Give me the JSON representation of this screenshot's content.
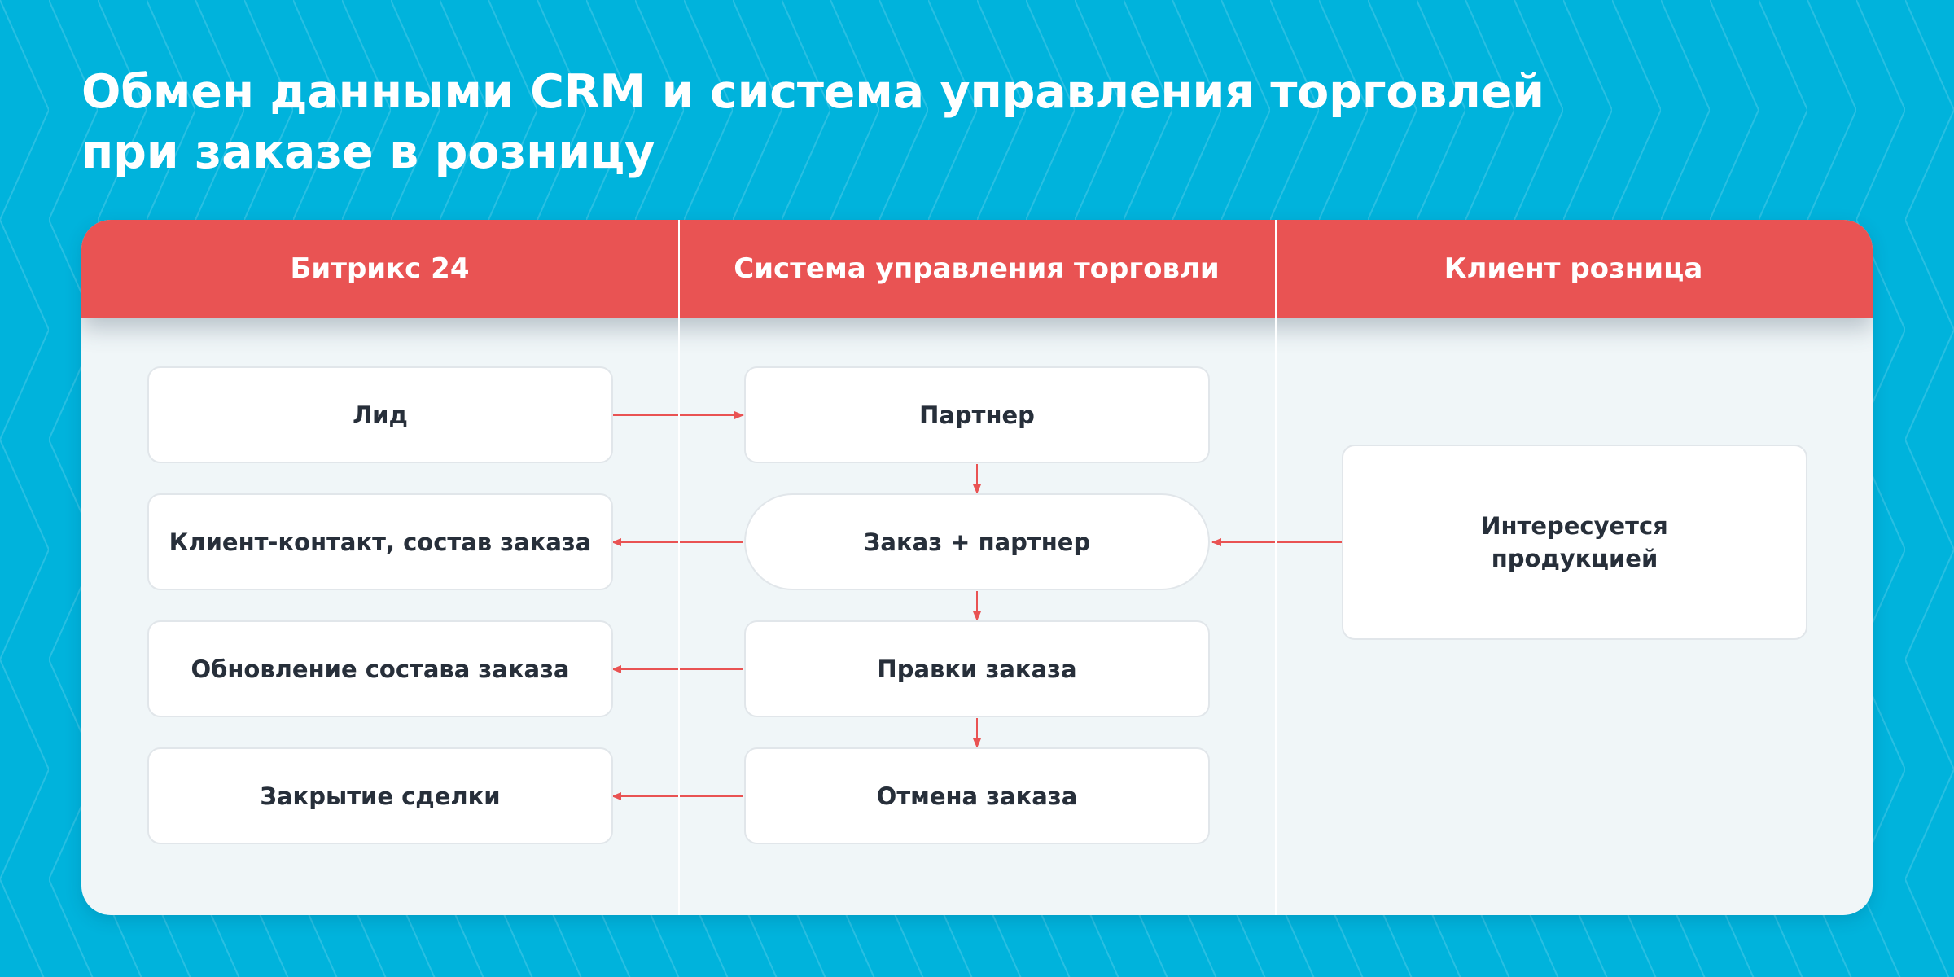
{
  "title": {
    "line1": "Обмен данными CRM и система управления торговлей",
    "line2": "при заказе в розницу"
  },
  "columns": [
    {
      "label": "Битрикс 24"
    },
    {
      "label": "Система управления торговли"
    },
    {
      "label": "Клиент розница"
    }
  ],
  "bitrix": {
    "lead": "Лид",
    "client_contact": "Клиент-контакт, состав заказа",
    "order_update": "Обновление состава заказа",
    "deal_close": "Закрытие сделки"
  },
  "trade_system": {
    "partner": "Партнер",
    "order_partner": "Заказ + партнер",
    "order_edits": "Правки заказа",
    "order_cancel": "Отмена заказа"
  },
  "retail_client": {
    "interested": "Интересуется продукцией"
  },
  "colors": {
    "background": "#00b3dc",
    "header": "#e95353",
    "arrow": "#e95353",
    "panel": "#f0f6f8",
    "text": "#272f3a"
  }
}
